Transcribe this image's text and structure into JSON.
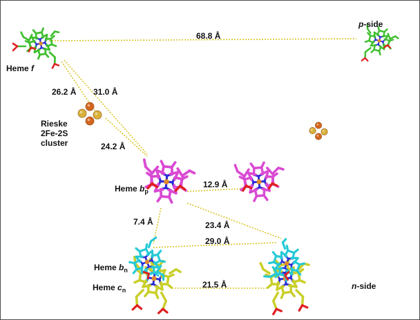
{
  "colors": {
    "background": "#ffffff",
    "frame": "#4a4a4a",
    "distance_line": "#d8c428",
    "heme_f": "#3fbf2f",
    "heme_bp": "#d94ad3",
    "heme_bn": "#25c9d6",
    "heme_cn": "#c9cf2a",
    "pyrrole_n": "#2a2ad6",
    "iron": "#e08a2a",
    "oxygen": "#e02020",
    "fe_sulfur_iron": "#d4661f",
    "fe_sulfur_sulfur": "#d9b23a"
  },
  "labels": {
    "heme_f": {
      "prefix": "Heme ",
      "italic": "f"
    },
    "p_side": {
      "italic": "p",
      "suffix": "-side"
    },
    "rieske": {
      "line1": "Rieske",
      "line2": "2Fe-2S",
      "line3": "cluster"
    },
    "heme_bp": {
      "prefix": "Heme ",
      "italic": "b",
      "sub": "p"
    },
    "heme_bn": {
      "prefix": "Heme ",
      "italic": "b",
      "sub": "n"
    },
    "heme_cn": {
      "prefix": "Heme ",
      "italic": "c",
      "sub": "n"
    },
    "n_side": {
      "italic": "n",
      "suffix": "-side"
    }
  },
  "distances": {
    "f_to_pside": "68.8 Å",
    "f_to_rieske": "26.2 Å",
    "f_to_bp": "31.0 Å",
    "rieske_to_bp": "24.2 Å",
    "bp_to_bp2": "12.9 Å",
    "bp_to_bn": "7.4 Å",
    "bp_to_bn2": "23.4 Å",
    "bn_to_bn2": "29.0 Å",
    "cn_to_cn2": "21.5 Å"
  }
}
